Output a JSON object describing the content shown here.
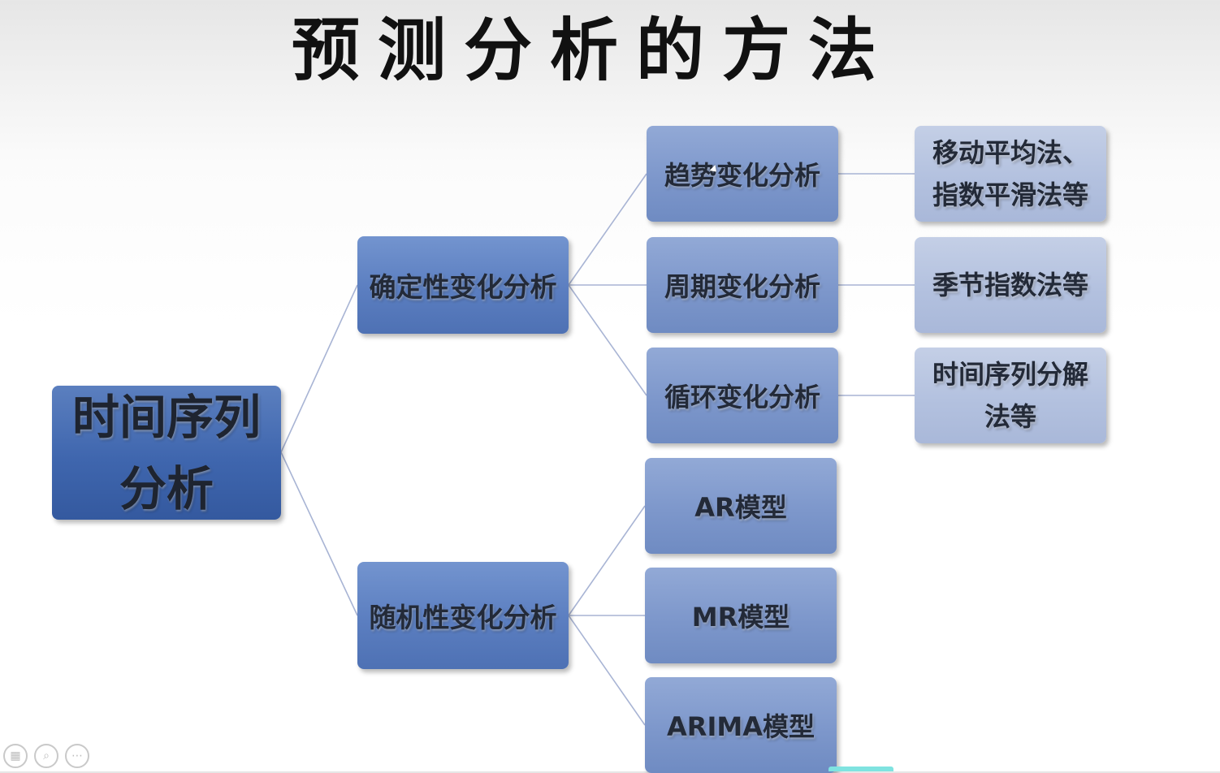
{
  "title": "预测分析的方法",
  "diagram": {
    "root": {
      "label": "时间序列分析"
    },
    "deterministic": {
      "label": "确定性变化分析"
    },
    "random": {
      "label": "随机性变化分析"
    },
    "trend": {
      "label": "趋势变化分析"
    },
    "periodic": {
      "label": "周期变化分析"
    },
    "cyclic": {
      "label": "循环变化分析"
    },
    "moving_avg": {
      "label": "移动平均法、指数平滑法等"
    },
    "seasonal": {
      "label": "季节指数法等"
    },
    "decomposition": {
      "label": "时间序列分解法等"
    },
    "ar": {
      "label": "AR模型"
    },
    "mr": {
      "label": "MR模型"
    },
    "arima": {
      "label": "ARIMA模型"
    }
  },
  "colors": {
    "root": "#4a6fb3",
    "level1": "#6588c6",
    "level2": "#8aa2d3",
    "level3": "#b8c5e1",
    "connector": "#a8b4d4"
  },
  "controls": [
    {
      "icon": "slides-icon"
    },
    {
      "icon": "zoom-icon"
    },
    {
      "icon": "more-icon"
    }
  ]
}
